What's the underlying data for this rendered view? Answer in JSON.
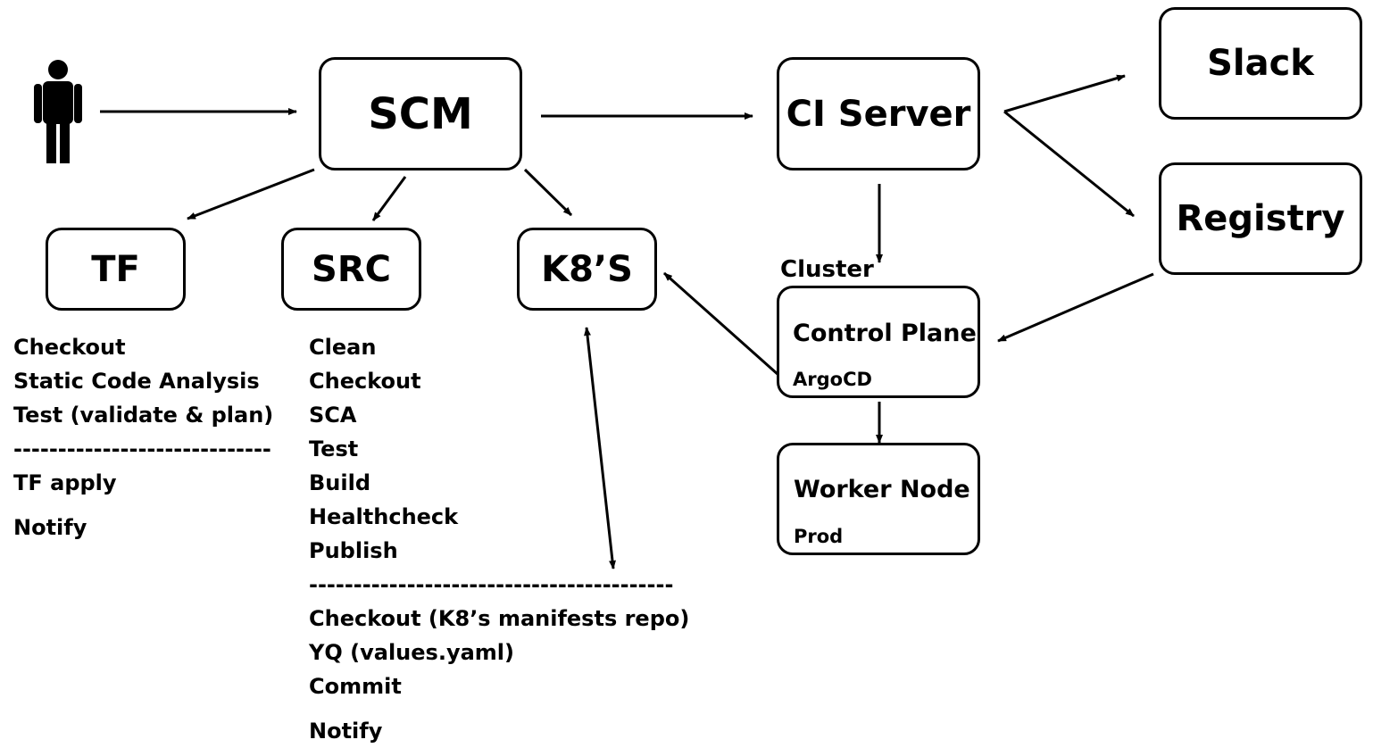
{
  "nodes": {
    "scm": "SCM",
    "ci_server": "CI Server",
    "slack": "Slack",
    "registry": "Registry",
    "tf": "TF",
    "src": "SRC",
    "k8s": "K8’S",
    "cluster": "Cluster",
    "control_plane": "Control Plane",
    "argocd": "ArgoCD",
    "worker_node": "Worker Node",
    "prod": "Prod"
  },
  "tf_steps": [
    "Checkout",
    "Static Code Analysis",
    "Test (validate & plan)",
    "-----------------------------",
    "TF apply",
    "Notify"
  ],
  "src_steps": [
    "Clean",
    "Checkout",
    "SCA",
    "Test",
    "Build",
    "Healthcheck",
    "Publish",
    "-----------------------------------------",
    "Checkout (K8’s manifests repo)",
    "YQ (values.yaml)",
    "Commit",
    "Notify"
  ],
  "icons": {
    "user": "person-icon"
  },
  "colors": {
    "ink": "#000000",
    "background": "#ffffff"
  }
}
